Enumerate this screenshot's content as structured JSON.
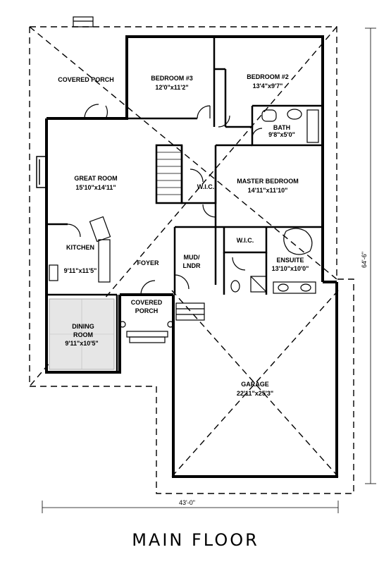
{
  "title": "MAIN FLOOR",
  "dimensions": {
    "width": "43'-0\"",
    "depth": "64'-6\""
  },
  "rooms": {
    "covered_porch_rear": {
      "name": "COVERED PORCH",
      "size": ""
    },
    "bedroom3": {
      "name": "BEDROOM #3",
      "size": "12'0\"x11'2\""
    },
    "bedroom2": {
      "name": "BEDROOM #2",
      "size": "13'4\"x9'7\""
    },
    "bath": {
      "name": "BATH",
      "size": "9'8\"x5'0\""
    },
    "great_room": {
      "name": "GREAT ROOM",
      "size": "15'10\"x14'11\""
    },
    "wic1": {
      "name": "W.I.C.",
      "size": ""
    },
    "master_bedroom": {
      "name": "MASTER BEDROOM",
      "size": "14'11\"x11'10\""
    },
    "kitchen": {
      "name": "KITCHEN",
      "size": "9'11\"x11'5\""
    },
    "foyer": {
      "name": "FOYER",
      "size": ""
    },
    "mud": {
      "name": "MUD/",
      "size": "LNDR"
    },
    "wic2": {
      "name": "W.I.C.",
      "size": ""
    },
    "ensuite": {
      "name": "ENSUITE",
      "size": "13'10\"x10'0\""
    },
    "covered_porch_front": {
      "name": "COVERED",
      "size": "PORCH"
    },
    "dining": {
      "name": "DINING",
      "size": "ROOM"
    },
    "dining_size": "9'11\"x10'5\"",
    "garage": {
      "name": "GARAGE",
      "size": "22'11\"x25'3\""
    }
  }
}
